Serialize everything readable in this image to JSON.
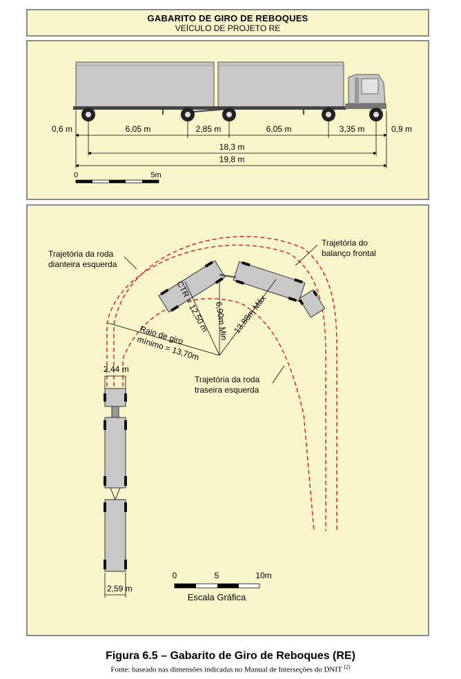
{
  "header": {
    "title": "GABARITO DE GIRO DE REBOQUES",
    "subtitle": "VEÍCULO DE PROJETO RE"
  },
  "elevation": {
    "dims": [
      "0,6 m",
      "6,05 m",
      "2,85 m",
      "6,05 m",
      "3,35 m",
      "0,9 m"
    ],
    "total_wheelbase": "18,3 m",
    "total_length": "19,8 m",
    "scale_start": "0",
    "scale_end": "5m"
  },
  "plan": {
    "label_front_wheel": [
      "Trajetória da roda",
      "dianteira esquerda"
    ],
    "label_front_overhang": [
      "Trajetória do",
      "balanço frontal"
    ],
    "label_rear_wheel": [
      "Trajetória da roda",
      "traseira esquerda"
    ],
    "ctr": "CTR = 12,50 m",
    "min_radius": "6,90m Min",
    "max_radius": "13,88m Máx",
    "turn_radius": [
      "Raio de giro",
      "mínimo = 13,70m"
    ],
    "width_front": "2,44 m",
    "width_rear": "2,59 m",
    "scale_labels": [
      "0",
      "5",
      "10m"
    ],
    "scale_title": "Escala Gráfica"
  },
  "caption": {
    "figure": "Figura 6.5 – Gabarito de Giro de Reboques (RE)",
    "source": "Fonte: baseado nas dimensões indicadas no Manual de Interseções do DNIT",
    "ref": "(2)"
  },
  "colors": {
    "panel": "#f9f6cb",
    "vehicle": "#c8c8c8",
    "path": "#e0141e"
  }
}
